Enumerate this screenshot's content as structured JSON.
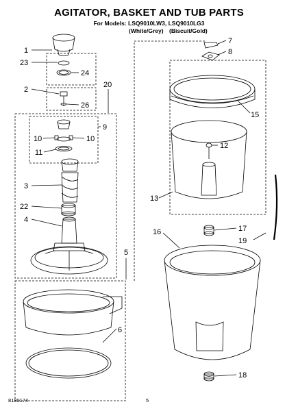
{
  "header": {
    "title": "AGITATOR, BASKET AND TUB PARTS",
    "models": "For Models: LSQ9010LW3, LSQ9010LG3",
    "color_white": "(White/Grey)",
    "color_biscuit": "(Biscuit/Gold)"
  },
  "callouts": [
    "1",
    "23",
    "24",
    "2",
    "26",
    "20",
    "9",
    "10",
    "10",
    "11",
    "3",
    "22",
    "4",
    "5",
    "6",
    "7",
    "8",
    "15",
    "12",
    "13",
    "16",
    "17",
    "19",
    "18"
  ],
  "footer": {
    "doc_number": "8180174",
    "page_number": "5"
  }
}
